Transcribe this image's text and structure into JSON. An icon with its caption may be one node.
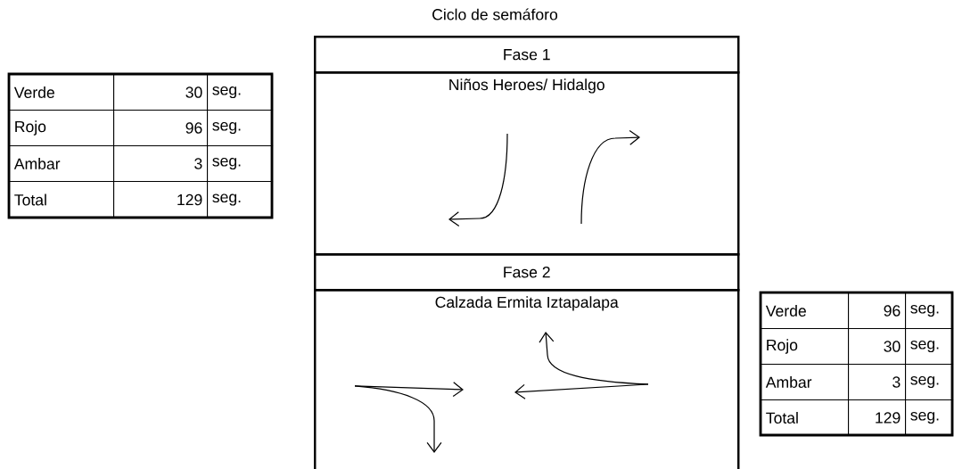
{
  "diagram": {
    "title": "Ciclo de semáforo",
    "nodes": [
      {
        "text": [
          "Fase 1"
        ]
      },
      {
        "text": [
          "Niños Heroes/ Hidalgo"
        ]
      },
      {
        "text": [
          "Fase 2"
        ]
      },
      {
        "text": [
          "Calzada Ermita Iztapalapa"
        ]
      }
    ],
    "labels": [
      "Verde",
      "30",
      "seg.",
      "Rojo",
      "96",
      "seg.",
      "Ambar",
      "3",
      "seg.",
      "Total",
      "129",
      "seg.",
      "Verde",
      "96",
      "seg.",
      "Rojo",
      "30",
      "seg.",
      "Ambar",
      "3",
      "seg.",
      "Total",
      "129",
      "seg."
    ]
  }
}
